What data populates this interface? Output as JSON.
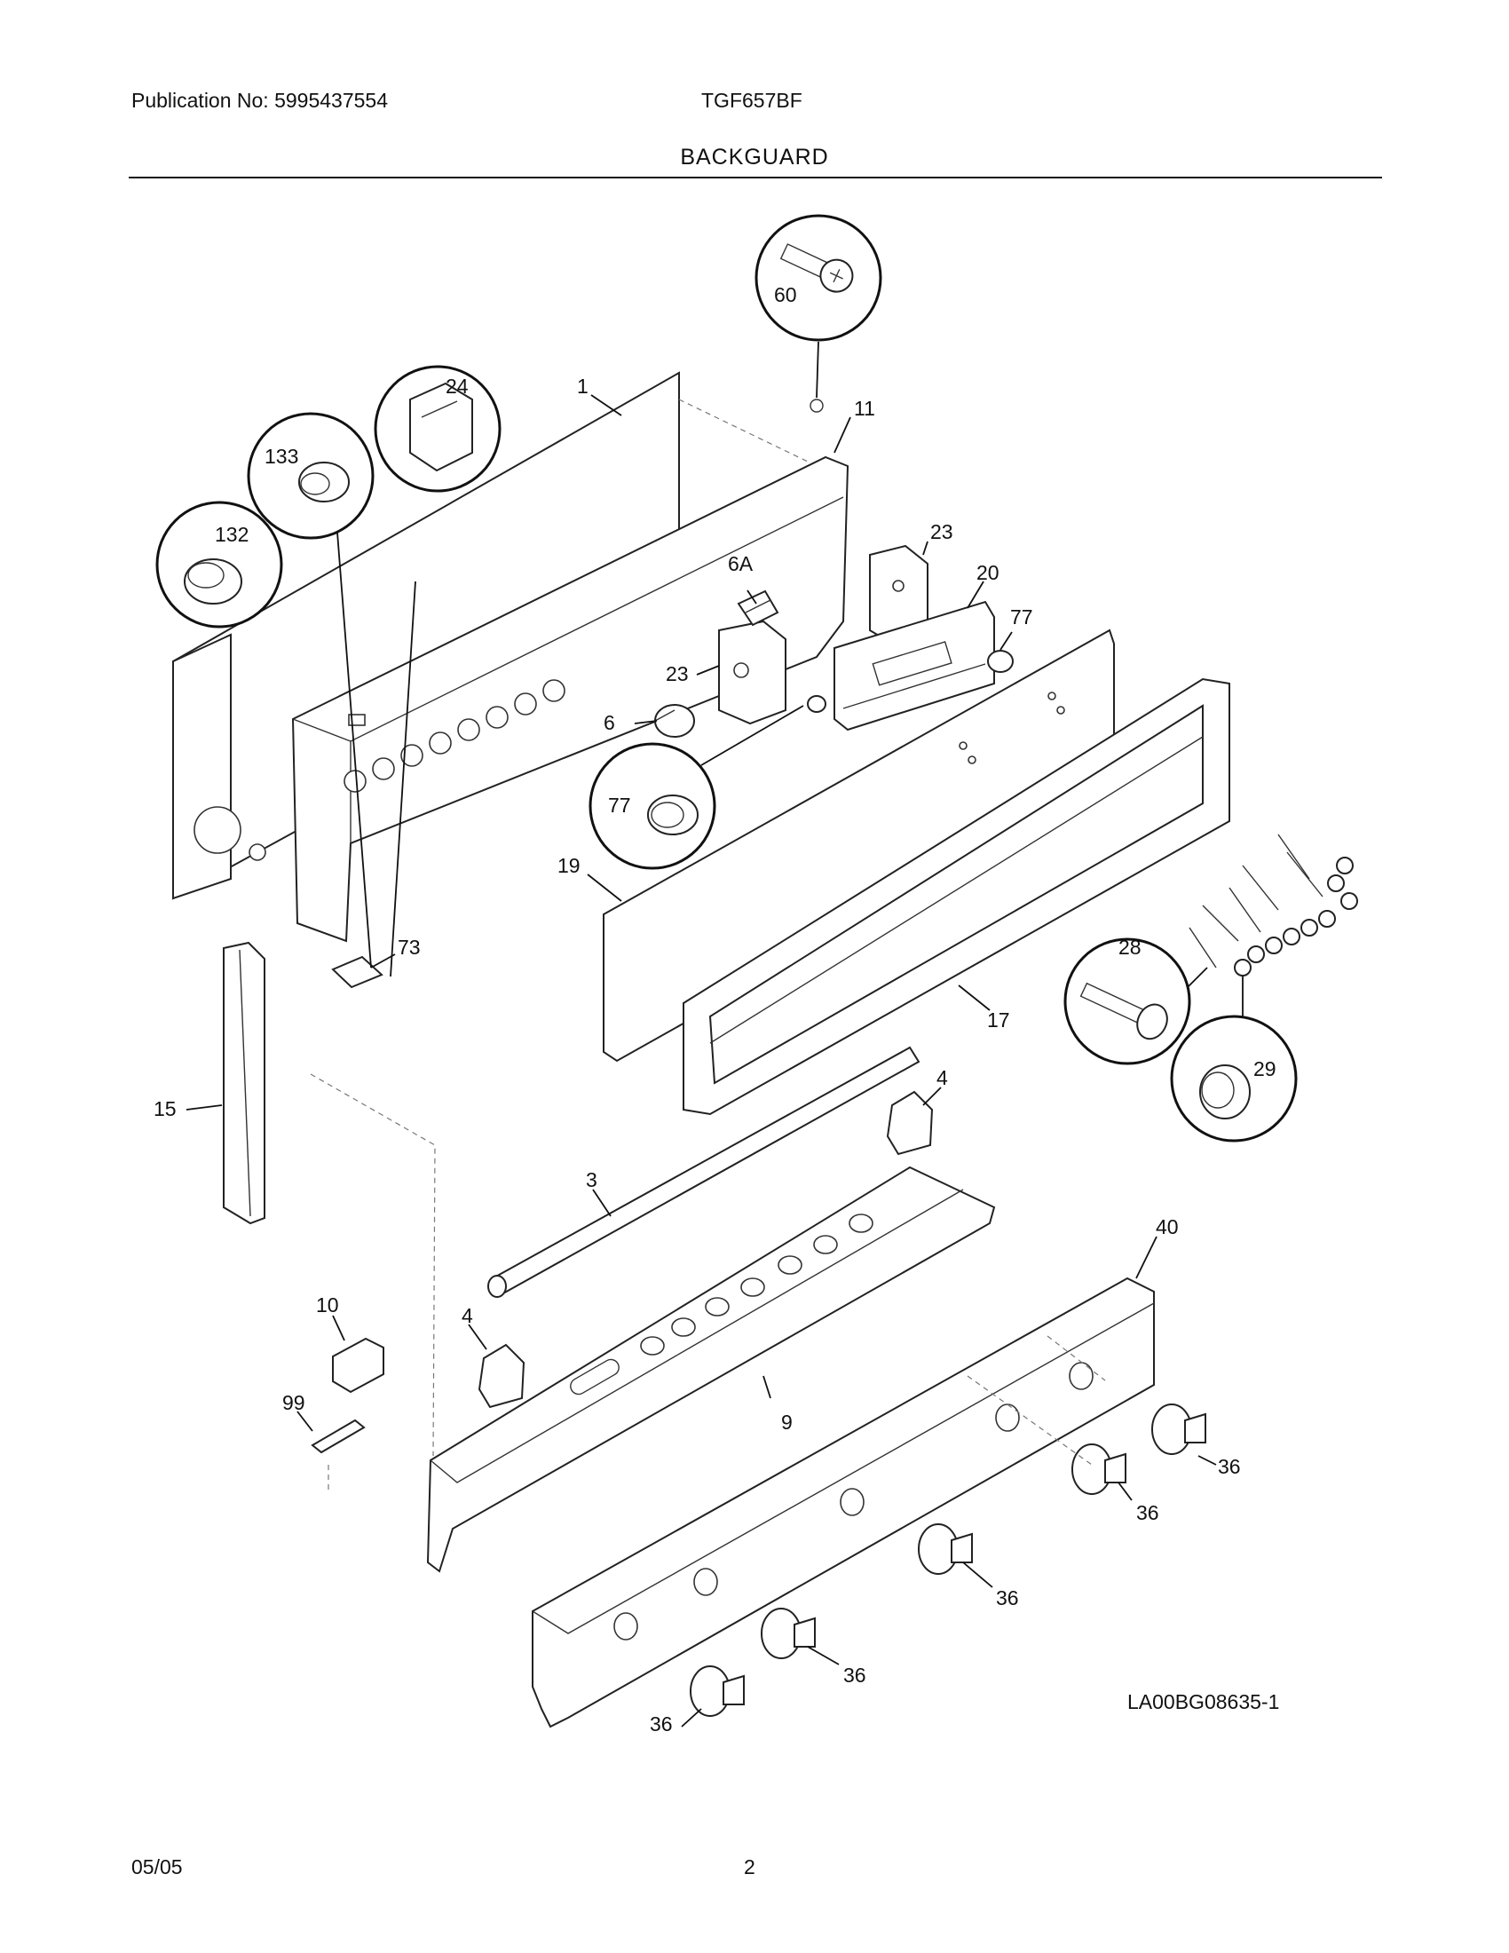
{
  "header": {
    "publication": "Publication No: 5995437554",
    "model": "TGF657BF",
    "section": "BACKGUARD"
  },
  "diagram": {
    "drawing_code": "LA00BG08635-1",
    "callouts": [
      "60",
      "24",
      "133",
      "132",
      "77",
      "28",
      "29"
    ],
    "labels": {
      "p1": "1",
      "p11": "11",
      "p23a": "23",
      "p23b": "23",
      "p6A": "6A",
      "p20": "20",
      "p77a": "77",
      "p6": "6",
      "p19": "19",
      "p73": "73",
      "p15": "15",
      "p17": "17",
      "p4a": "4",
      "p3": "3",
      "p40": "40",
      "p10": "10",
      "p4b": "4",
      "p99": "99",
      "p9": "9",
      "p36a": "36",
      "p36b": "36",
      "p36c": "36",
      "p36d": "36",
      "p36e": "36"
    }
  },
  "footer": {
    "date": "05/05",
    "page": "2"
  }
}
